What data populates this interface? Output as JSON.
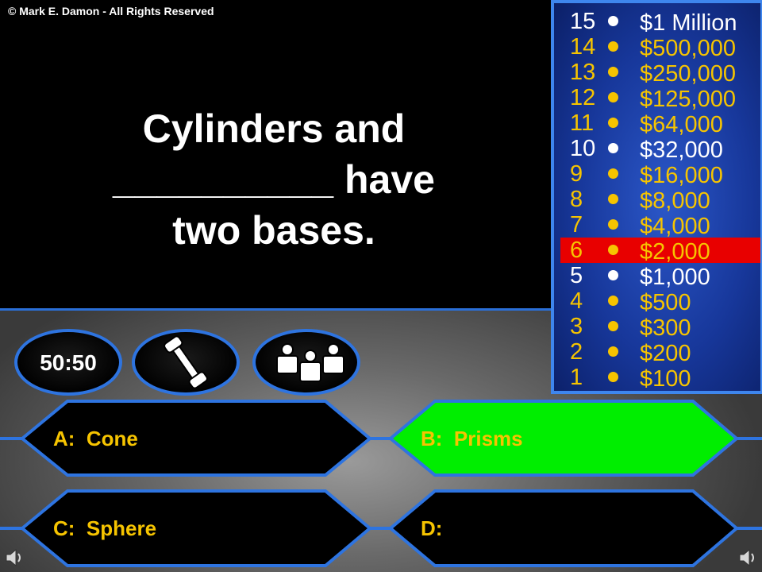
{
  "copyright": "© Mark E. Damon - All Rights Reserved",
  "question": {
    "lines": [
      "Cylinders and",
      "__________ have",
      "two bases."
    ]
  },
  "lifelines": {
    "fifty_fifty": "50:50",
    "phone_icon": "phone-icon",
    "audience_icon": "audience-icon"
  },
  "answers": [
    {
      "letter": "A:",
      "text": "Cone",
      "selected": false
    },
    {
      "letter": "B:",
      "text": "Prisms",
      "selected": true
    },
    {
      "letter": "C:",
      "text": "Sphere",
      "selected": false
    },
    {
      "letter": "D:",
      "text": "",
      "selected": false
    }
  ],
  "ladder": [
    {
      "level": "15",
      "amount": "$1 Million",
      "milestone": true
    },
    {
      "level": "14",
      "amount": "$500,000",
      "milestone": false
    },
    {
      "level": "13",
      "amount": "$250,000",
      "milestone": false
    },
    {
      "level": "12",
      "amount": "$125,000",
      "milestone": false
    },
    {
      "level": "11",
      "amount": "$64,000",
      "milestone": false
    },
    {
      "level": "10",
      "amount": "$32,000",
      "milestone": true
    },
    {
      "level": "9",
      "amount": "$16,000",
      "milestone": false
    },
    {
      "level": "8",
      "amount": "$8,000",
      "milestone": false
    },
    {
      "level": "7",
      "amount": "$4,000",
      "milestone": false
    },
    {
      "level": "6",
      "amount": "$2,000",
      "milestone": false
    },
    {
      "level": "5",
      "amount": "$1,000",
      "milestone": true
    },
    {
      "level": "4",
      "amount": "$500",
      "milestone": false
    },
    {
      "level": "3",
      "amount": "$300",
      "milestone": false
    },
    {
      "level": "2",
      "amount": "$200",
      "milestone": false
    },
    {
      "level": "1",
      "amount": "$100",
      "milestone": false
    }
  ],
  "current_level": "6",
  "colors": {
    "gold": "#f6c400",
    "highlight": "#e80000",
    "selected_answer": "#00ee00",
    "border_blue": "#2e74e0"
  },
  "speaker_icons": [
    "speaker-icon",
    "speaker-icon"
  ]
}
